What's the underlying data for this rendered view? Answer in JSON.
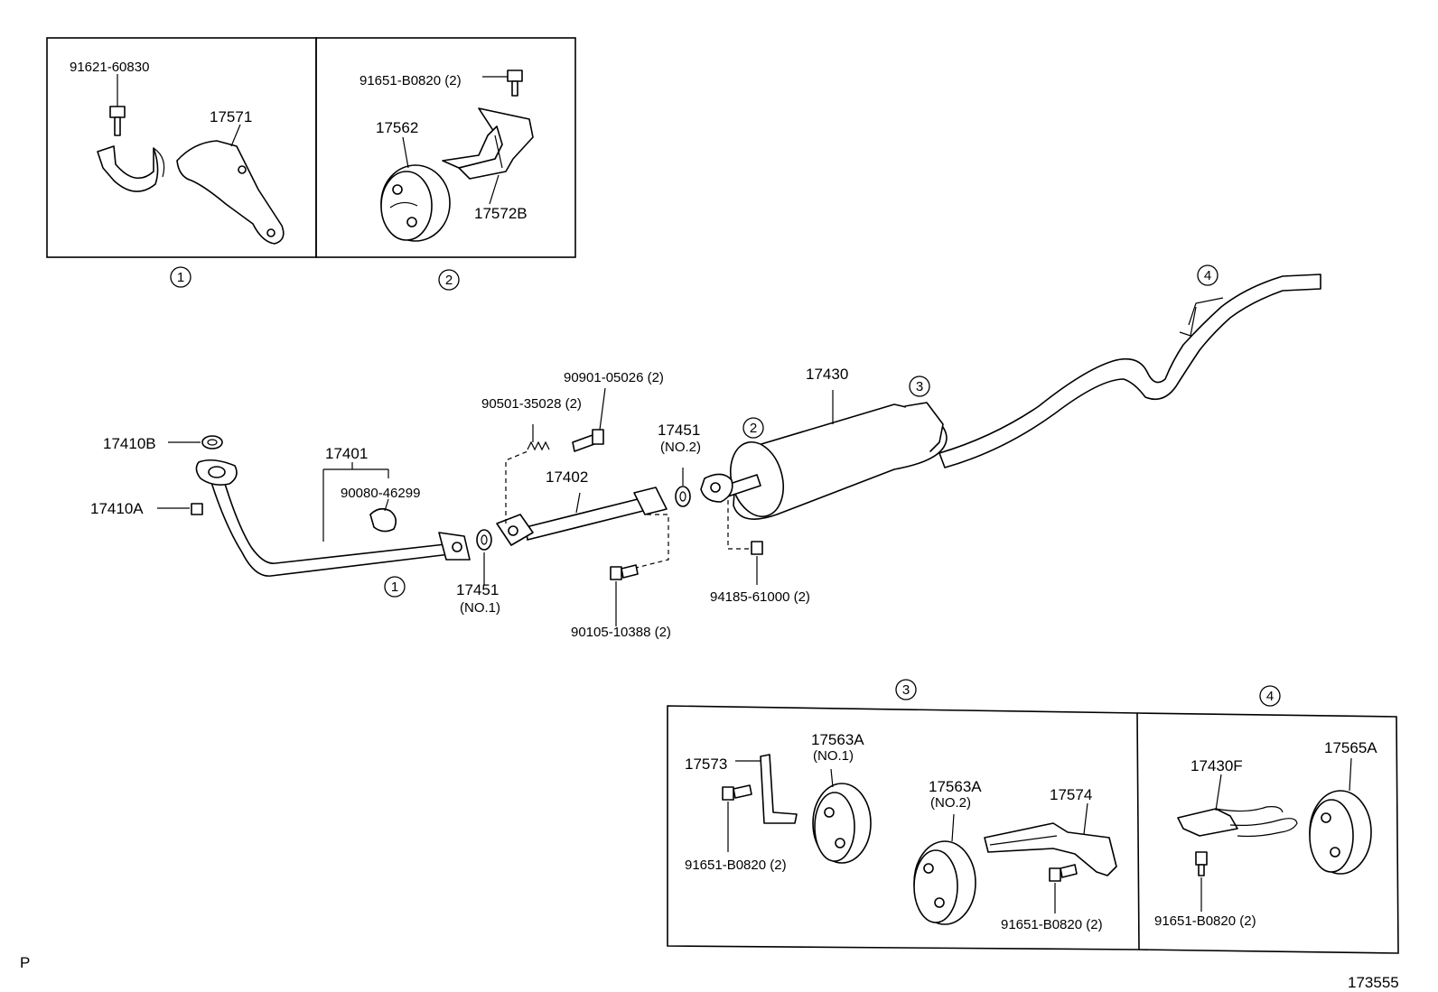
{
  "diagram": {
    "corner_letter": "P",
    "figure_number": "173555",
    "inset1": {
      "ref": "1",
      "labels": {
        "bolt": "91621-60830",
        "bracket": "17571"
      }
    },
    "inset2": {
      "ref": "2",
      "labels": {
        "bolt": "91651-B0820 (2)",
        "hanger": "17562",
        "bracket": "17572B"
      }
    },
    "inset3": {
      "ref": "3",
      "labels": {
        "bracket": "17573",
        "bolt_left": "91651-B0820 (2)",
        "hanger1": "17563A",
        "hanger1_sub": "(NO.1)",
        "hanger2": "17563A",
        "hanger2_sub": "(NO.2)",
        "bracket2": "17574",
        "bolt_right": "91651-B0820 (2)"
      }
    },
    "inset4": {
      "ref": "4",
      "labels": {
        "bracket": "17430F",
        "hanger": "17565A",
        "bolt": "91651-B0820 (2)"
      }
    },
    "main": {
      "gasket_top": "17410B",
      "nut_front": "17410A",
      "pipe_front": "17401",
      "clamp": "90080-46299",
      "gasket1": "17451",
      "gasket1_sub": "(NO.1)",
      "spring": "90501-35028 (2)",
      "bolt_spring": "90901-05026 (2)",
      "pipe_center": "17402",
      "bolt_center": "90105-10388 (2)",
      "gasket2": "17451",
      "gasket2_sub": "(NO.2)",
      "muffler": "17430",
      "nut_rear": "94185-61000 (2)",
      "callout_front_pipe": "1",
      "callout_muffler_front": "2",
      "callout_muffler_rear": "3",
      "callout_tail": "4"
    }
  }
}
